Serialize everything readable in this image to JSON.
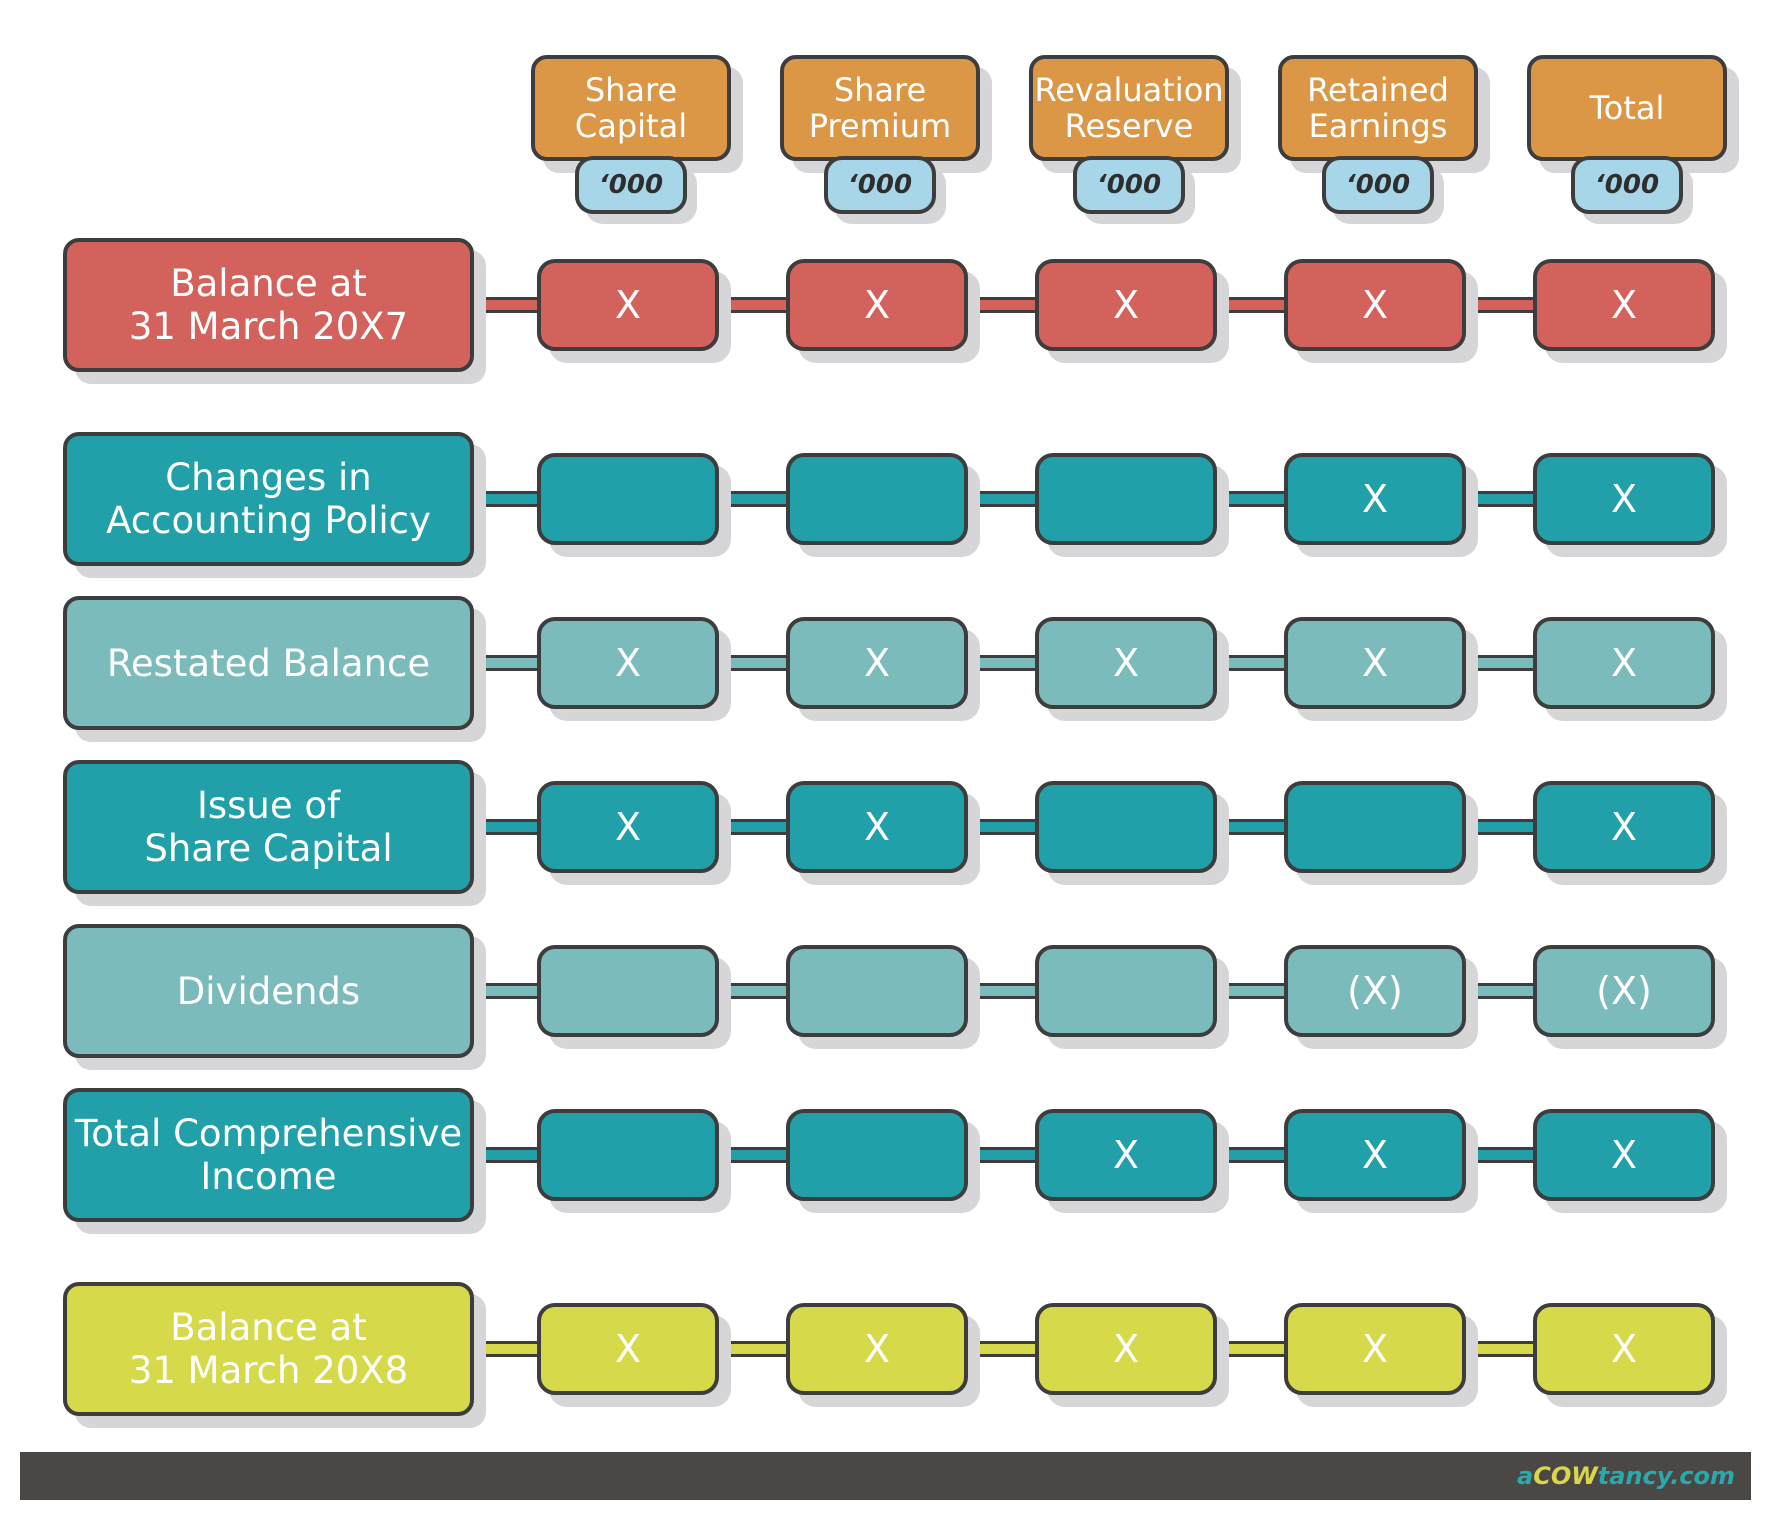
{
  "columns": [
    {
      "label": "Share\nCapital",
      "unit": "‘000"
    },
    {
      "label": "Share\nPremium",
      "unit": "‘000"
    },
    {
      "label": "Revaluation\nReserve",
      "unit": "‘000"
    },
    {
      "label": "Retained\nEarnings",
      "unit": "‘000"
    },
    {
      "label": "Total",
      "unit": "‘000"
    }
  ],
  "rows": [
    {
      "label": "Balance at\n31 March 20X7",
      "cells": [
        "X",
        "X",
        "X",
        "X",
        "X"
      ],
      "color": "#d4625c",
      "line_color": "#d4625c"
    },
    {
      "label": "Changes in\nAccounting Policy",
      "cells": [
        "",
        "",
        "",
        "X",
        "X"
      ],
      "color": "#21a0aa",
      "line_color": "#21a0aa"
    },
    {
      "label": "Restated Balance",
      "cells": [
        "X",
        "X",
        "X",
        "X",
        "X"
      ],
      "color": "#7bbbbc",
      "line_color": "#7bbbbc"
    },
    {
      "label": "Issue of\nShare Capital",
      "cells": [
        "X",
        "X",
        "",
        "",
        "X"
      ],
      "color": "#21a0aa",
      "line_color": "#21a0aa"
    },
    {
      "label": "Dividends",
      "cells": [
        "",
        "",
        "",
        "(X)",
        "(X)"
      ],
      "color": "#7bbbbc",
      "line_color": "#7bbbbc"
    },
    {
      "label": "Total Comprehensive\nIncome",
      "cells": [
        "",
        "",
        "X",
        "X",
        "X"
      ],
      "color": "#21a0aa",
      "line_color": "#21a0aa"
    },
    {
      "label": "Balance at\n31 March 20X8",
      "cells": [
        "X",
        "X",
        "X",
        "X",
        "X"
      ],
      "color": "#d6da4a",
      "line_color": "#d6da4a"
    }
  ],
  "header_color": "#dc9746",
  "unit_color": "#a7d6e8",
  "footer": {
    "brand_prefix": "a",
    "brand_highlight": "COW",
    "brand_suffix": "tancy.com"
  }
}
